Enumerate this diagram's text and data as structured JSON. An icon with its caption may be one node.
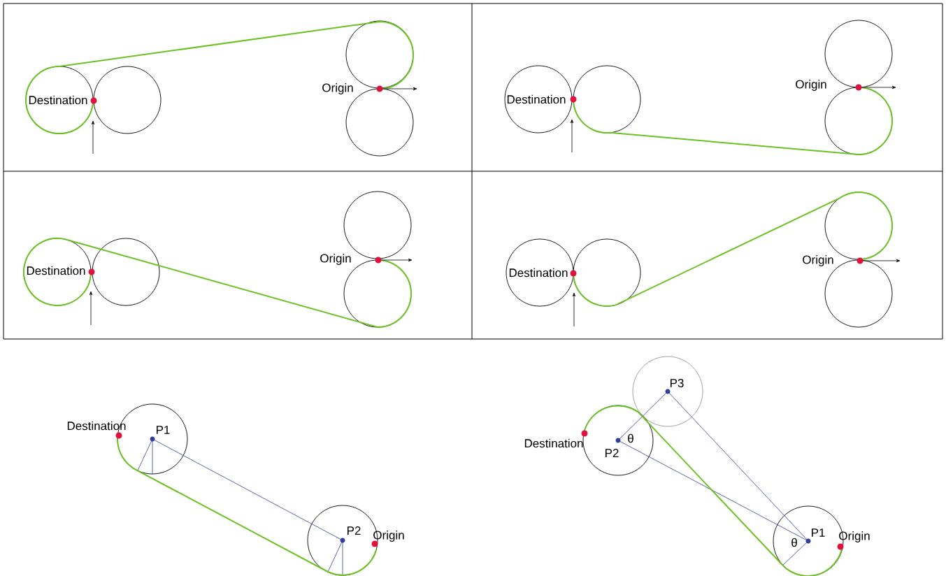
{
  "diagram": {
    "labels": [
      "Destination",
      "Origin",
      "Destination",
      "Origin",
      "Destination",
      "Origin",
      "Destination",
      "Origin",
      "Destination",
      "P1",
      "P2",
      "Origin",
      "P3",
      "Destination",
      "θ",
      "P2",
      "θ",
      "P1",
      "Origin"
    ]
  }
}
